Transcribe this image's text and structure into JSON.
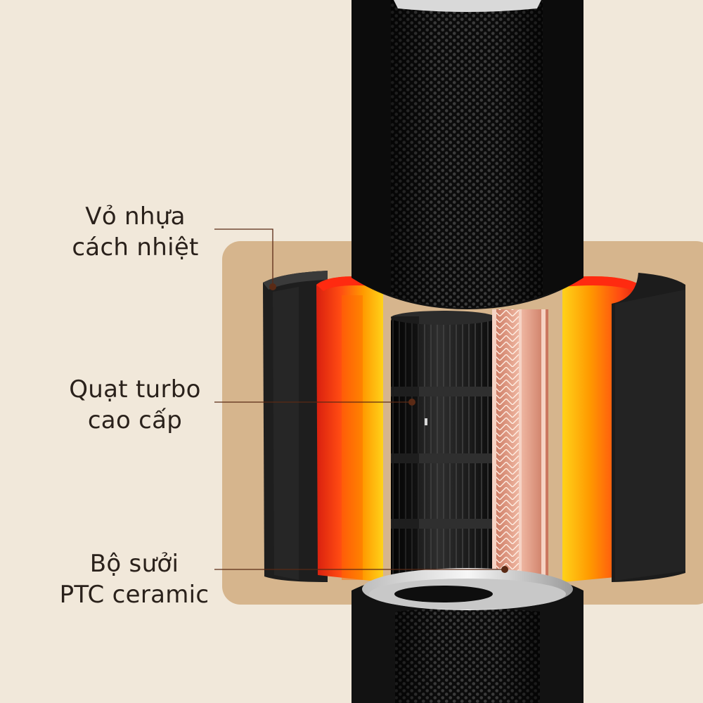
{
  "labels": {
    "shell": {
      "line1": "Vỏ nhựa",
      "line2": "cách nhiệt"
    },
    "fan": {
      "line1": "Quạt turbo",
      "line2": "cao cấp"
    },
    "heater": {
      "line1": "Bộ sưởi",
      "line2": "PTC ceramic"
    }
  },
  "colors": {
    "background": "#f1e8da",
    "panel": "#d6b58d",
    "leader_line": "#5a2a15",
    "tower": "#141414",
    "heat_red": "#e8331a",
    "heat_orange": "#ff8a00",
    "heat_yellow": "#ffc000",
    "ptc_copper": "#e2a38a"
  }
}
